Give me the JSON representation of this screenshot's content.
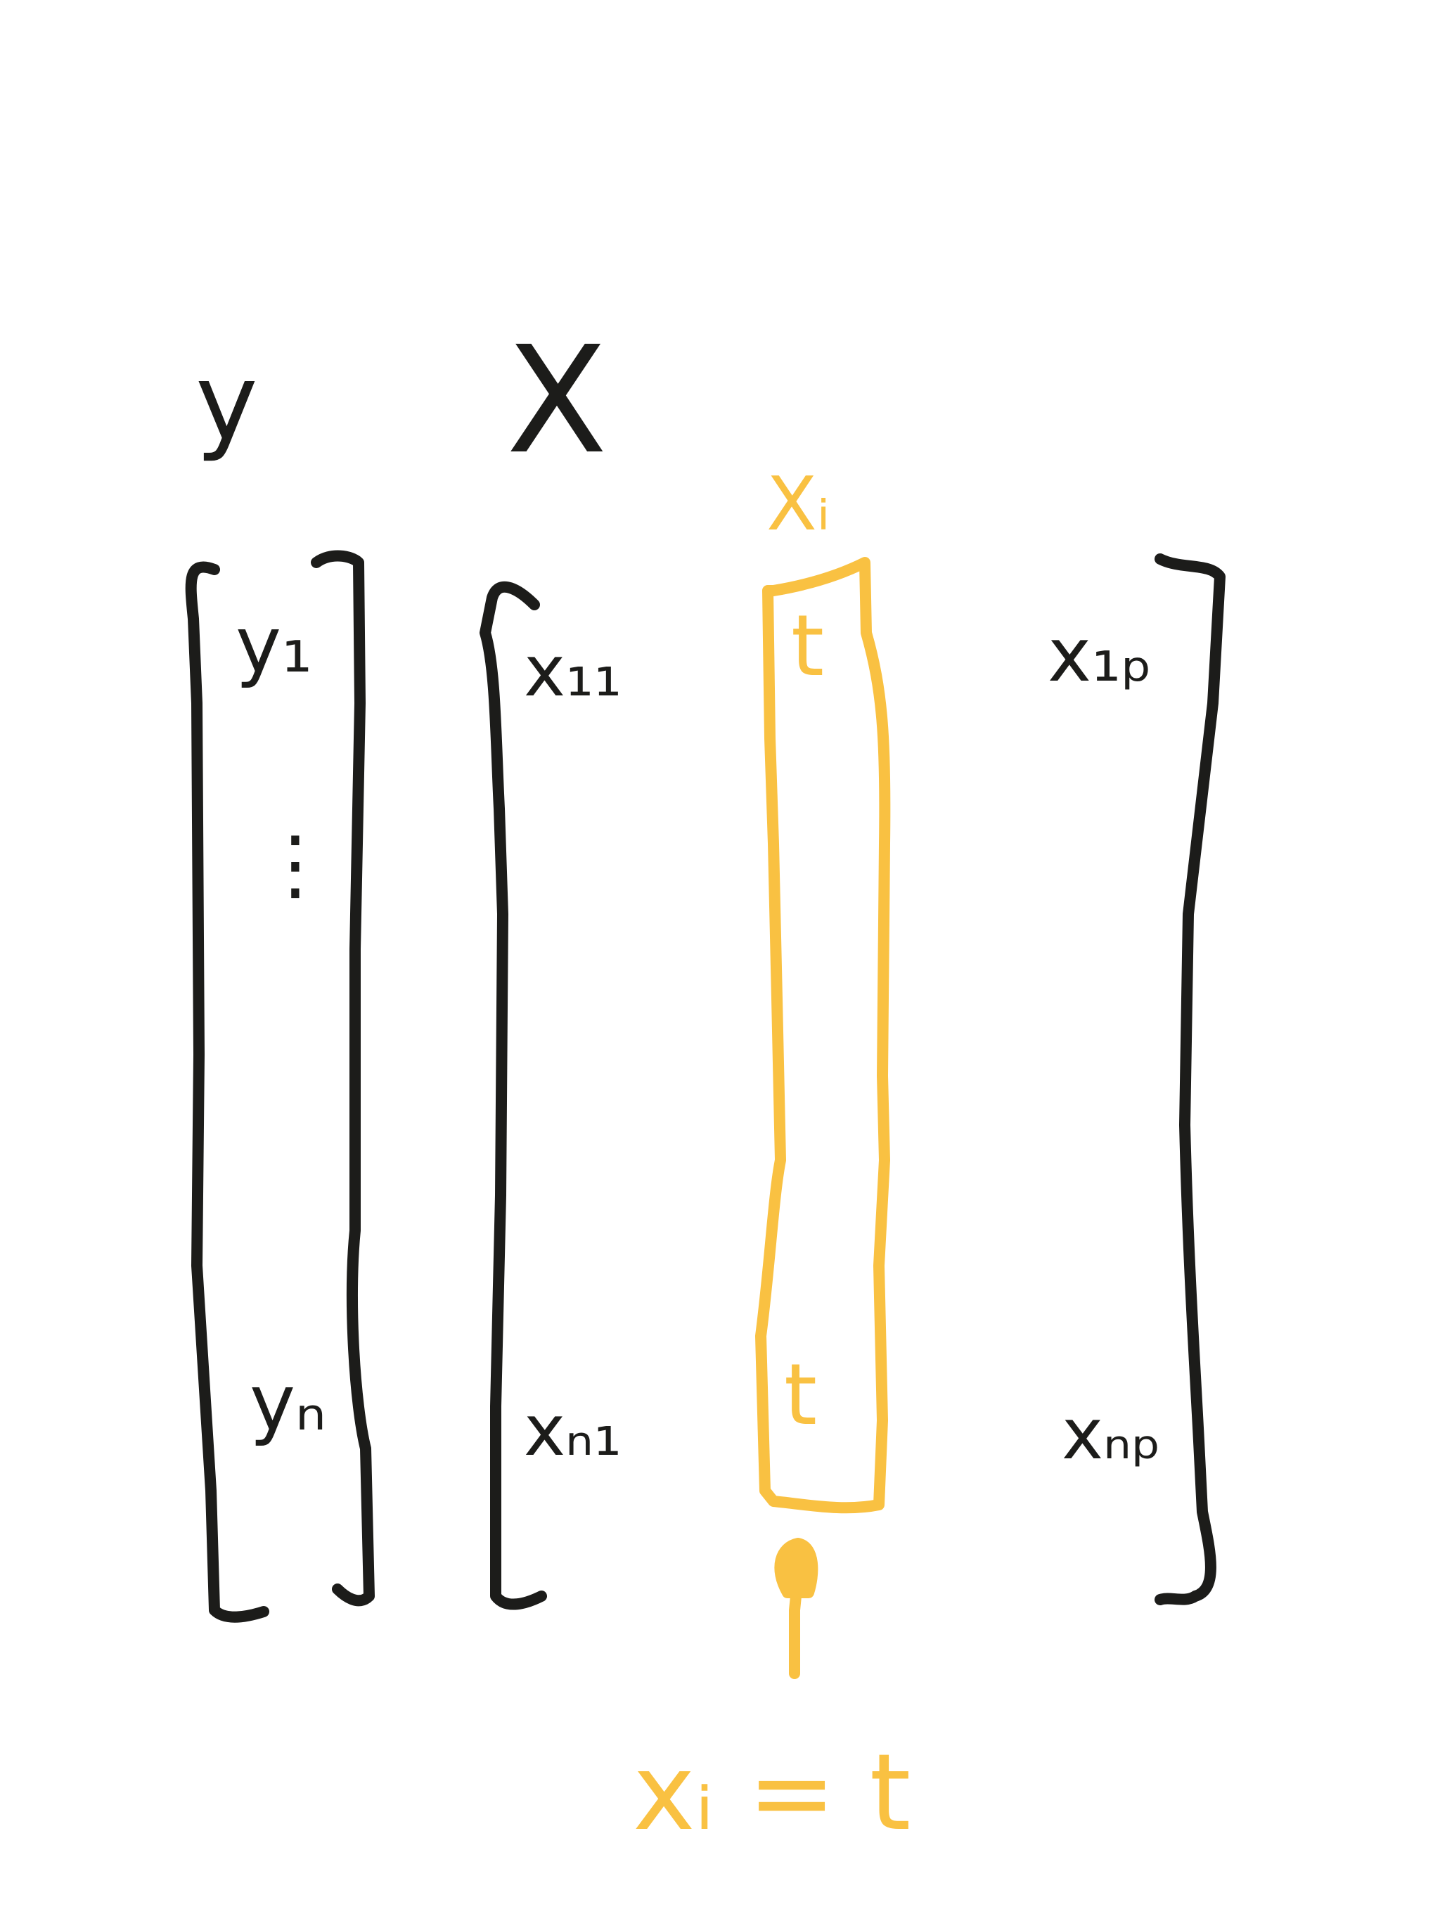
{
  "labels": {
    "y": "y",
    "X": "X",
    "xi_top": "Xᵢ",
    "y1": "y₁",
    "dots": "⋮",
    "yn": "yₙ",
    "x11": "x₁₁",
    "xn1": "xₙ₁",
    "t_top": "t",
    "t_bottom": "t",
    "x1p": "x₁ₚ",
    "xnp": "xₙₚ",
    "equation": "xᵢ = t"
  },
  "colors": {
    "ink": "#1c1c1a",
    "highlight": "#f9c142",
    "background": "#ffffff"
  }
}
